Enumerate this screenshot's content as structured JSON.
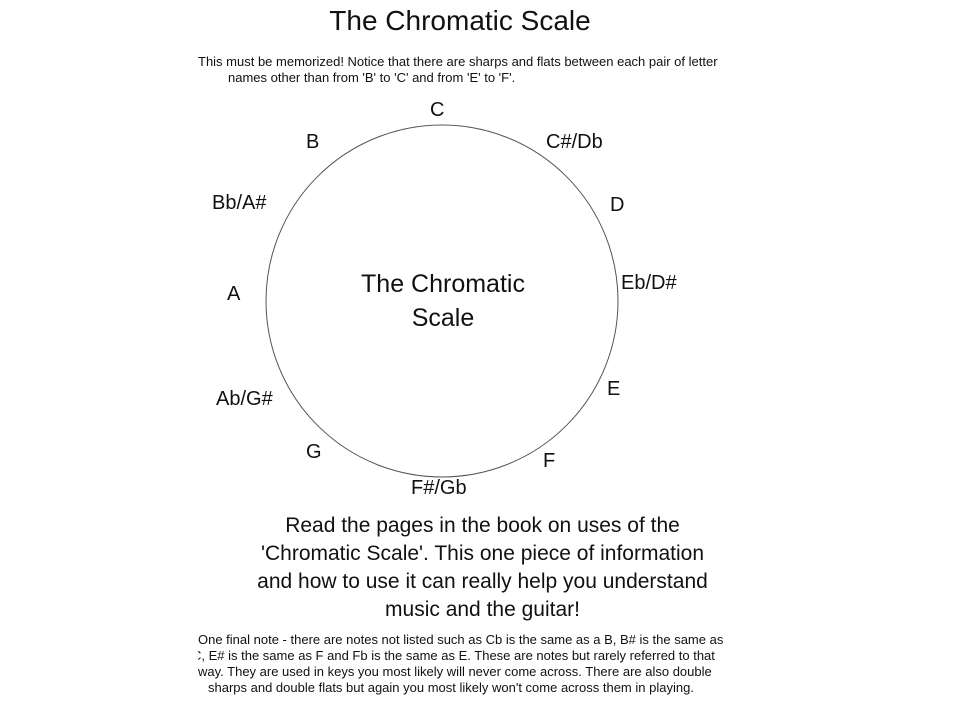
{
  "document": {
    "title": "The Chromatic Scale",
    "intro_lines": [
      "This must be memorized!  Notice that there are sharps and flats between each pair of letter",
      "names other than from 'B' to 'C' and from 'E' to 'F'."
    ],
    "circle_center_lines": [
      "The Chromatic",
      "Scale"
    ],
    "notes": {
      "c": "C",
      "c_sharp": "C#/Db",
      "d": "D",
      "e_flat": "Eb/D#",
      "e": "E",
      "f": "F",
      "f_sharp": "F#/Gb",
      "g": "G",
      "a_flat": "Ab/G#",
      "a": "A",
      "b_flat": "Bb/A#",
      "b": "B"
    },
    "read_more_lines": [
      "Read the pages in the book on uses of the",
      "'Chromatic Scale'.  This one piece of information",
      "and how to use it can really help you understand",
      "music and the guitar!"
    ],
    "final_note_lines": [
      "One final note - there are notes not listed such as Cb is the same as a B, B# is the same as",
      "C, E# is the same as F and Fb is the same as E.  These are notes but rarely referred to that",
      "way. They are used in keys you most likely will never come across.  There are also double",
      "sharps and double flats but again you most likely won't come across them in playing."
    ]
  }
}
